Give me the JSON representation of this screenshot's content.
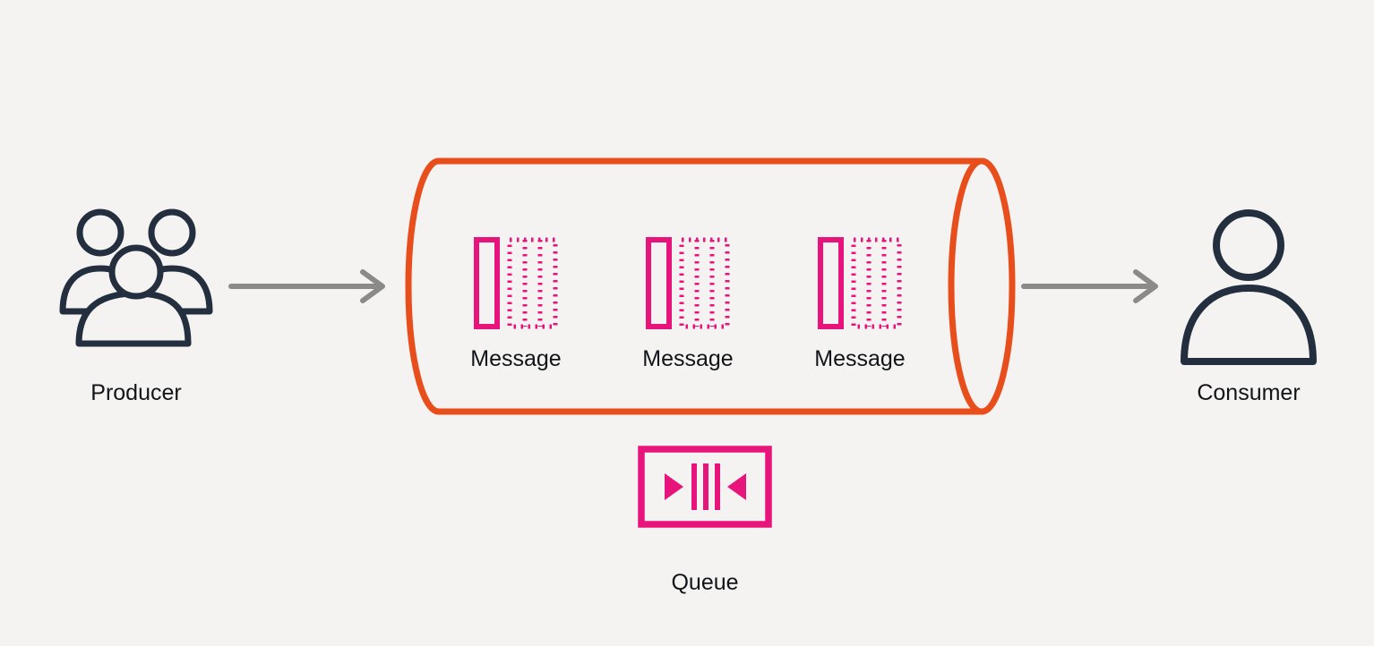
{
  "diagram": {
    "title": "message-queue-flow",
    "producer": {
      "label": "Producer"
    },
    "consumer": {
      "label": "Consumer"
    },
    "queue": {
      "label": "Queue"
    },
    "messages": [
      {
        "label": "Message"
      },
      {
        "label": "Message"
      },
      {
        "label": "Message"
      }
    ]
  },
  "icons": {
    "producer": "users-group-icon",
    "consumer": "user-icon",
    "queue": "queue-buffer-icon",
    "message": "message-document-icon",
    "flow": "arrow-right-icon"
  },
  "colors": {
    "background": "#f4f3f1",
    "dark_navy": "#232f3e",
    "orange": "#e84e1c",
    "pink": "#e7157b",
    "arrow_gray": "#8a8a8a",
    "text": "#111418"
  }
}
